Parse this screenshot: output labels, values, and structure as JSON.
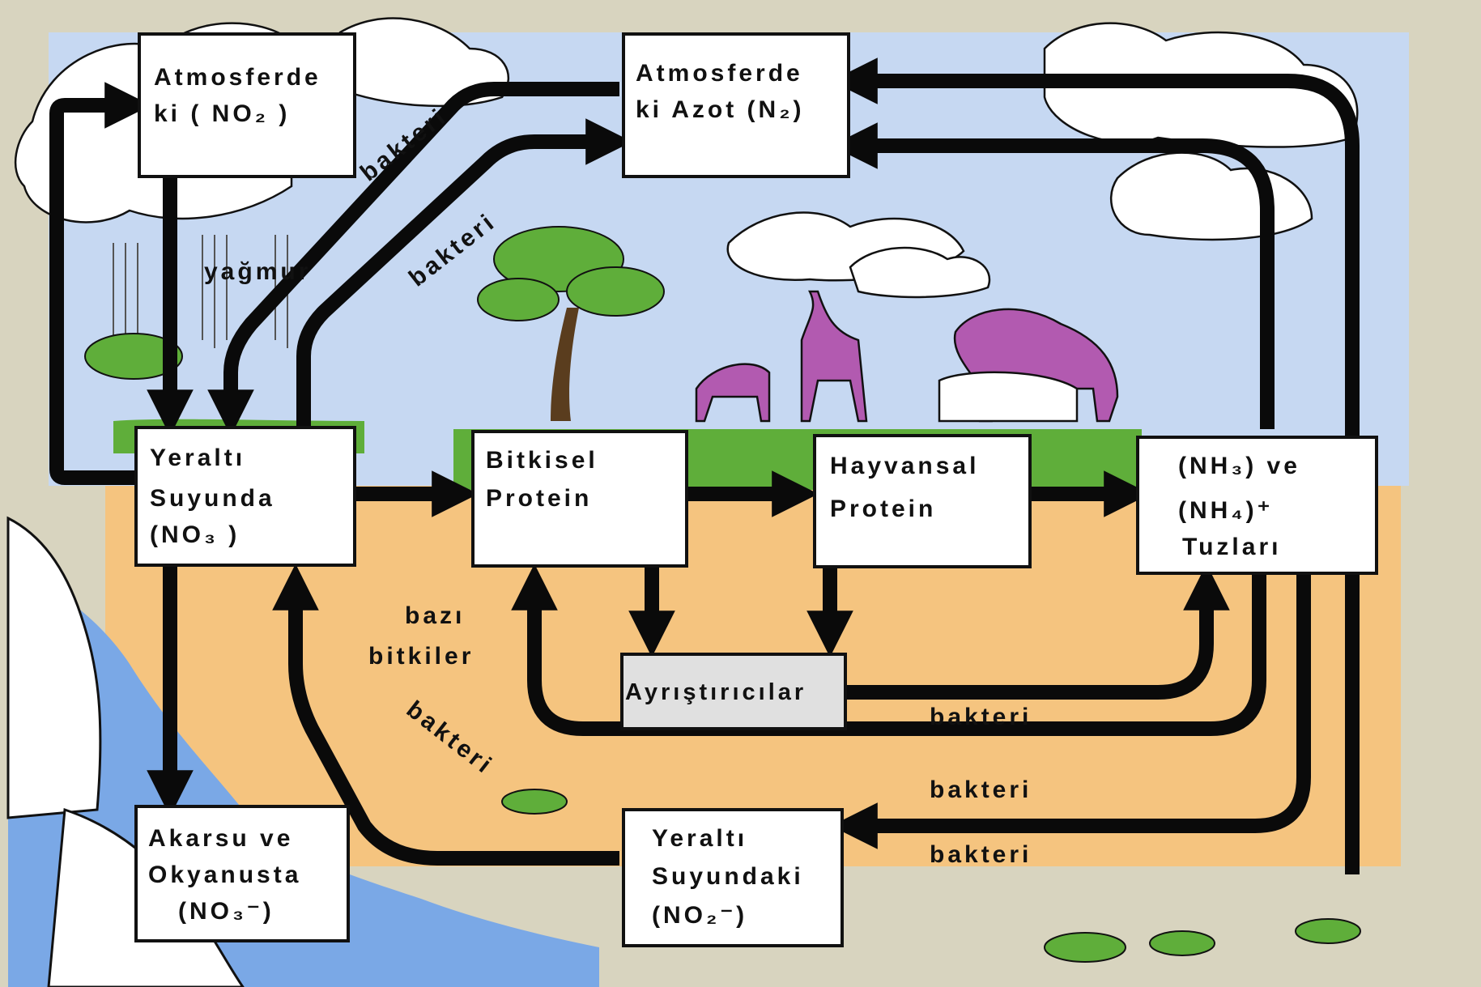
{
  "colors": {
    "background": "#d8d4bf",
    "sky": "#c6d8f2",
    "soil": "#f5c47f",
    "grass": "#5fae3a",
    "water": "#7aa8e6",
    "animals": "#b25ab0",
    "arrows": "#0a0a0a",
    "decomposer_box": "#e0e0e0"
  },
  "nodes": {
    "atm_no2": {
      "lines": [
        "Atmosferde",
        "ki ( NO₂ )"
      ]
    },
    "atm_n2": {
      "lines": [
        "Atmosferde",
        "ki  Azot (N₂)"
      ]
    },
    "ground_no3": {
      "lines": [
        "Yeraltı",
        "Suyunda",
        "(NO₃ )"
      ]
    },
    "plant_protein": {
      "lines": [
        "Bitkisel",
        "Protein"
      ]
    },
    "animal_protein": {
      "lines": [
        "Hayvansal",
        "Protein"
      ]
    },
    "ammonium": {
      "lines": [
        "(NH₃) ve",
        "(NH₄)⁺",
        "Tuzları"
      ]
    },
    "decomposers": {
      "lines": [
        "Ayrıştırıcılar"
      ]
    },
    "ocean_no3": {
      "lines": [
        "Akarsu  ve",
        "Okyanusta",
        "(NO₃⁻)"
      ]
    },
    "ground_no2": {
      "lines": [
        "Yeraltı",
        "Suyundaki",
        "(NO₂⁻)"
      ]
    }
  },
  "labels": {
    "bakteri_top": "bakteri",
    "bakteri_mid": "bakteri",
    "yagmur": "yağmur",
    "bazi": "bazı",
    "bitkiler": "bitkiler",
    "bakteri_diag": "bakteri",
    "bakteri_r1": "bakteri",
    "bakteri_r2": "bakteri",
    "bakteri_r3": "bakteri"
  }
}
